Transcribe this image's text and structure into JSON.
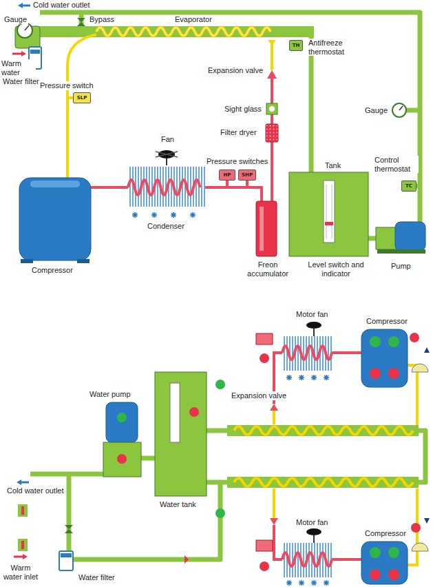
{
  "diagram": {
    "nodes": [
      {
        "text": [
          "TH"
        ]
      },
      {
        "text": [
          "SLP"
        ]
      },
      {
        "text": [
          "HP"
        ]
      },
      {
        "text": [
          "SHP"
        ]
      },
      {
        "text": [
          "TC"
        ]
      }
    ],
    "labels": [
      "Cold water outlet",
      "Gauge",
      "Bypass",
      "Evaporator",
      "Antifreeze thermostat",
      "Warm water inlet",
      "Water filter",
      "Expansion valve",
      "Pressure switch",
      "Sight glass",
      "Filter dryer",
      "Gauge",
      "Fan",
      "Pressure switches",
      "Tank",
      "Control thermostat",
      "Compressor",
      "Condenser",
      "Freon accumulator",
      "Level switch and indicator",
      "Pump",
      "Motor fan",
      "Compressor",
      "Expansion valve",
      "Water pump",
      "Cold water outlet",
      "Water tank",
      "Motor fan",
      "Compressor",
      "Warm water inlet",
      "Water filter"
    ]
  }
}
